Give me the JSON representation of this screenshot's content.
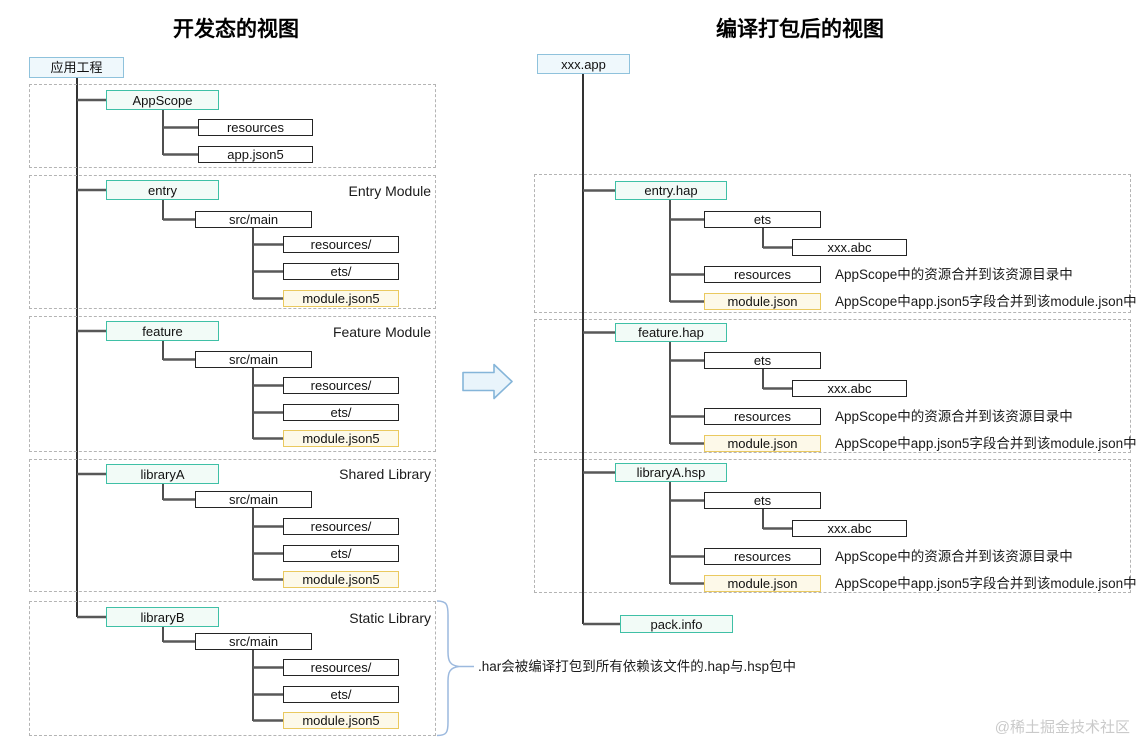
{
  "left_view": {
    "title": "开发态的视图",
    "root_label": "应用工程",
    "appscope": {
      "name": "AppScope",
      "items": [
        "resources",
        "app.json5"
      ]
    },
    "modules": [
      {
        "name": "entry",
        "type_label": "Entry Module",
        "dir": "src/main",
        "items": [
          "resources/",
          "ets/",
          "module.json5"
        ]
      },
      {
        "name": "feature",
        "type_label": "Feature Module",
        "dir": "src/main",
        "items": [
          "resources/",
          "ets/",
          "module.json5"
        ]
      },
      {
        "name": "libraryA",
        "type_label": "Shared Library",
        "dir": "src/main",
        "items": [
          "resources/",
          "ets/",
          "module.json5"
        ]
      },
      {
        "name": "libraryB",
        "type_label": "Static Library",
        "dir": "src/main",
        "items": [
          "resources/",
          "ets/",
          "module.json5"
        ]
      }
    ]
  },
  "right_view": {
    "title": "编译打包后的视图",
    "root_label": "xxx.app",
    "packages": [
      {
        "name": "entry.hap",
        "ets_label": "ets",
        "abc_label": "xxx.abc",
        "resources_label": "resources",
        "module_json_label": "module.json",
        "res_note": "AppScope中的资源合并到该资源目录中",
        "json_note": "AppScope中app.json5字段合并到该module.json中"
      },
      {
        "name": "feature.hap",
        "ets_label": "ets",
        "abc_label": "xxx.abc",
        "resources_label": "resources",
        "module_json_label": "module.json",
        "res_note": "AppScope中的资源合并到该资源目录中",
        "json_note": "AppScope中app.json5字段合并到该module.json中"
      },
      {
        "name": "libraryA.hsp",
        "ets_label": "ets",
        "abc_label": "xxx.abc",
        "resources_label": "resources",
        "module_json_label": "module.json",
        "res_note": "AppScope中的资源合并到该资源目录中",
        "json_note": "AppScope中app.json5字段合并到该module.json中"
      }
    ],
    "pack_info_label": "pack.info"
  },
  "har_note": ".har会被编译打包到所有依赖该文件的.hap与.hsp包中",
  "watermark": "@稀土掘金技术社区",
  "colors": {
    "teal_border": "#3fc0a6",
    "blue_border": "#8fc2dc",
    "yellow_border": "#eac95f",
    "dashed_border": "#b4b4b4"
  }
}
